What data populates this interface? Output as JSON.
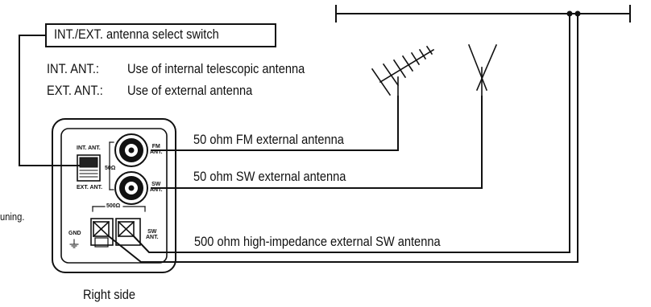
{
  "header_label": "INT./EXT. antenna select switch",
  "notes": {
    "int_key": "INT. ANT.:",
    "int_desc": "Use of internal telescopic antenna",
    "ext_key": "EXT. ANT.:",
    "ext_desc": "Use of external antenna"
  },
  "panel": {
    "switch_top_label": "INT. ANT.",
    "switch_bottom_label": "EXT. ANT.",
    "fm_label_line1": "FM",
    "fm_label_line2": "ANT.",
    "sw_label_line1": "SW",
    "sw_label_line2": "ANT.",
    "impedance_50": "50Ω",
    "impedance_500": "500Ω",
    "gnd_label": "GND",
    "sw_terminal_line1": "SW",
    "sw_terminal_line2": "ANT."
  },
  "connections": {
    "fm": "50 ohm FM external antenna",
    "sw": "50 ohm SW external antenna",
    "hi_z": "500 ohm high-impedance external SW antenna"
  },
  "clipped_text": "uning.",
  "caption": "Right side"
}
